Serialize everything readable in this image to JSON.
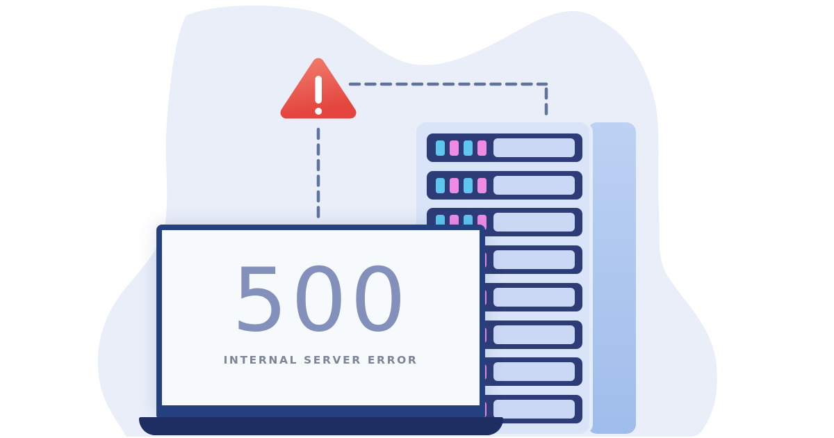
{
  "error": {
    "code": "500",
    "message": "INTERNAL SERVER ERROR"
  },
  "icons": {
    "warning": "warning-triangle-with-exclamation-mark"
  },
  "server": {
    "slot_count": 8,
    "led_pattern": [
      "cyan",
      "pink",
      "cyan",
      "pink"
    ]
  },
  "colors": {
    "blob": "#e9eef9",
    "dash": "#60739c",
    "triangle_top": "#f0796a",
    "triangle_bottom": "#e4463f",
    "exclaim": "#ffffff",
    "server_body": "#d9e4f8",
    "server_side_top": "#bdd1f3",
    "server_side_bottom": "#9fbdeb",
    "slot_border": "#2d3b76",
    "slot_bay": "#cbd8f5",
    "led_cyan": "#5ec6ef",
    "led_pink": "#ef8be5",
    "laptop_frame": "#24407e",
    "laptop_base": "#1e2e63",
    "screen_bg": "#f7fafd",
    "code_text": "#8290bb",
    "message_text": "#7c8594"
  }
}
